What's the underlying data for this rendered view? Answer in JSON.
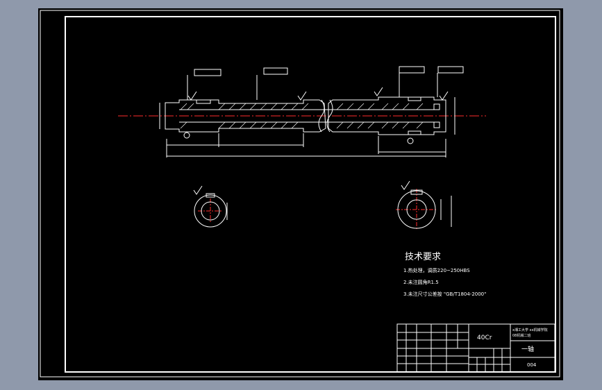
{
  "colors": {
    "background": "#8f99ab",
    "canvas": "#000000",
    "lines": "#ffffff",
    "centerline": "#ff2b2b"
  },
  "tech": {
    "title": "技术要求",
    "items": [
      "1.热处理，调质220~250HBS",
      "2.未注圆角R1.5",
      "3.未注尺寸公差按 \"GB/T1804-2000\""
    ]
  },
  "title_block": {
    "material": "40Cr",
    "school_line1": "x湘工大学 xx机械学院",
    "school_line2": "08机械二班",
    "part_name": "一轴",
    "drawing_no": "004"
  }
}
